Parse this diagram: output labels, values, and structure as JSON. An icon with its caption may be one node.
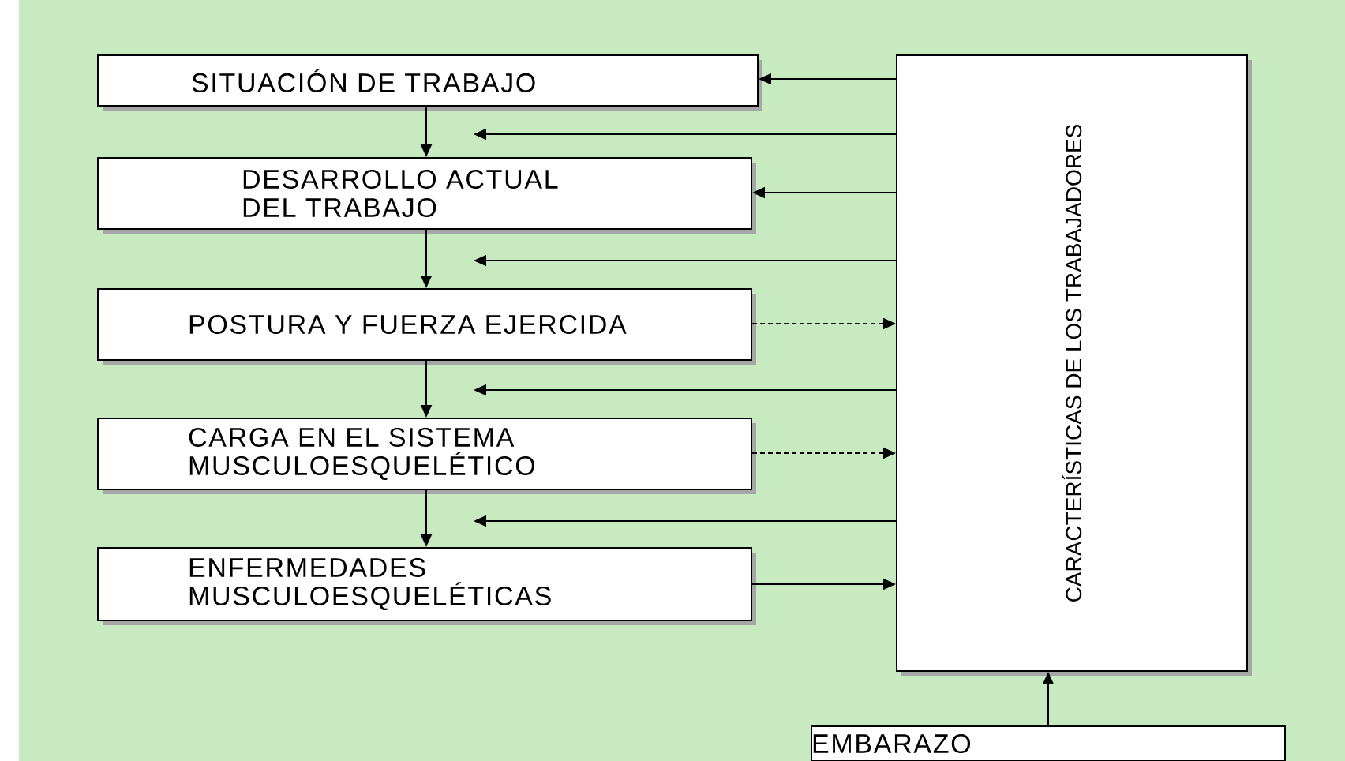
{
  "diagram": {
    "nodes": [
      {
        "text": [
          "SITUACIÓN DE TRABAJO"
        ]
      },
      {
        "text": [
          "DESARROLLO ACTUAL DEL TRABAJO"
        ]
      },
      {
        "text": [
          "POSTURA Y FUERZA EJERCIDA"
        ]
      },
      {
        "text": [
          "CARGA EN EL SISTEMA MUSCULOESQUELÉTICO"
        ]
      },
      {
        "text": [
          "ENFERMEDADES MUSCULOESQUELÉTICAS"
        ]
      },
      {
        "text": [
          "CARACTERÍSTICAS DE LOS TRABAJADORES"
        ]
      },
      {
        "text": [
          "EMBARAZO"
        ]
      }
    ],
    "edges": [
      {
        "from": 0,
        "to": 1,
        "arrow": "to"
      },
      {
        "from": 1,
        "to": 2,
        "arrow": "to"
      },
      {
        "from": 2,
        "to": 3,
        "arrow": "to"
      },
      {
        "from": 3,
        "to": 4,
        "arrow": "to"
      },
      {
        "from": 5,
        "to": 0,
        "arrow": "to"
      },
      {
        "from": 5,
        "to": null,
        "arrow": "to"
      },
      {
        "from": 5,
        "to": 1,
        "arrow": "to"
      },
      {
        "from": 5,
        "to": null,
        "arrow": "to"
      },
      {
        "from": 2,
        "to": 5,
        "arrow": "to",
        "style": "dashed"
      },
      {
        "from": 5,
        "to": null,
        "arrow": "to"
      },
      {
        "from": 3,
        "to": 5,
        "arrow": "to",
        "style": "dashed"
      },
      {
        "from": 5,
        "to": null,
        "arrow": "to"
      },
      {
        "from": 4,
        "to": 5,
        "arrow": "to"
      },
      {
        "from": 6,
        "to": 5,
        "arrow": "to"
      }
    ]
  }
}
